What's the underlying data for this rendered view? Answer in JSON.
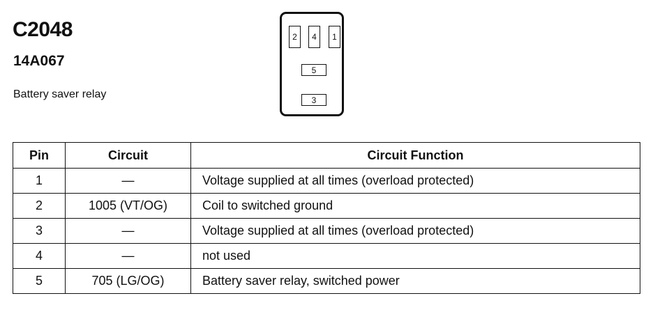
{
  "header": {
    "connector_id": "C2048",
    "part_number": "14A067",
    "description": "Battery saver relay"
  },
  "connector_face": {
    "cavities": [
      "2",
      "4",
      "1",
      "5",
      "3"
    ]
  },
  "table": {
    "columns": [
      "Pin",
      "Circuit",
      "Circuit Function"
    ],
    "rows": [
      {
        "pin": "1",
        "circuit": "—",
        "function": "Voltage supplied at all times (overload protected)"
      },
      {
        "pin": "2",
        "circuit": "1005 (VT/OG)",
        "function": "Coil to switched ground"
      },
      {
        "pin": "3",
        "circuit": "—",
        "function": "Voltage supplied at all times (overload protected)"
      },
      {
        "pin": "4",
        "circuit": "—",
        "function": "not used"
      },
      {
        "pin": "5",
        "circuit": "705 (LG/OG)",
        "function": "Battery saver relay, switched power"
      }
    ]
  }
}
